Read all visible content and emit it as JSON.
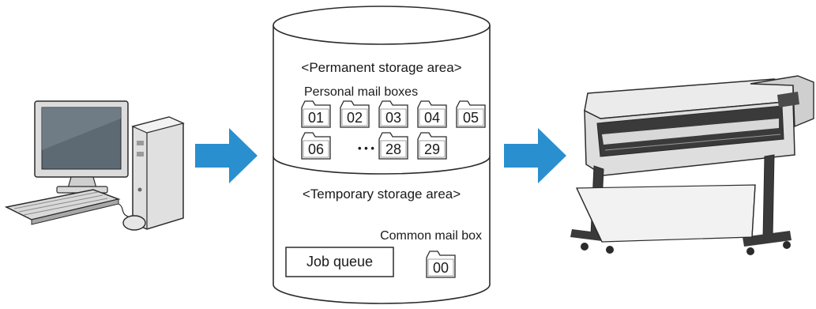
{
  "colors": {
    "arrow": "#2a8fcf",
    "outline": "#2b2b2b",
    "folder_fill": "#ffffff",
    "pc_gray": "#d7d7d7",
    "pc_dark": "#7a7a7a",
    "printer_gray": "#e3e3e3",
    "printer_dark": "#303030"
  },
  "icons": {
    "computer": "desktop-computer-icon",
    "printer": "large-format-printer-icon",
    "folder": "folder-icon",
    "arrow": "right-arrow-icon"
  },
  "storage": {
    "permanent_title": "<Permanent storage area>",
    "personal_label": "Personal mail boxes",
    "boxes_row1": [
      "01",
      "02",
      "03",
      "04",
      "05"
    ],
    "boxes_row2_start": [
      "06"
    ],
    "ellipsis": "• • •",
    "boxes_row2_end": [
      "28",
      "29"
    ],
    "temporary_title": "<Temporary storage area>",
    "common_label": "Common mail box",
    "job_queue": "Job queue",
    "common_box": "00"
  }
}
